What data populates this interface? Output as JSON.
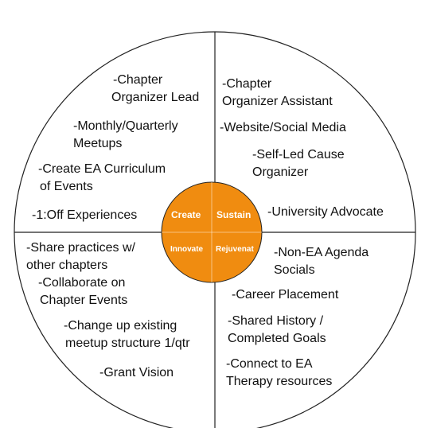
{
  "colors": {
    "center_fill": "#F08C10",
    "line": "#222222",
    "text": "#111111",
    "center_text": "#ffffff"
  },
  "center": {
    "top_left": "Create",
    "top_right": "Sustain",
    "bottom_left": "Innovate",
    "bottom_right": "Rejuvenat"
  },
  "quadrants": {
    "top_left": {
      "items": [
        [
          "-Chapter",
          "Organizer Lead"
        ],
        [
          "-Monthly/Quarterly",
          "Meetups"
        ],
        [
          "-Create EA Curriculum",
          "of Events"
        ],
        [
          "-1:Off Experiences"
        ]
      ]
    },
    "top_right": {
      "items": [
        [
          "-Chapter",
          "Organizer Assistant"
        ],
        [
          "-Website/Social Media"
        ],
        [
          "-Self-Led Cause",
          "Organizer"
        ],
        [
          "-University Advocate"
        ]
      ]
    },
    "bottom_left": {
      "items": [
        [
          "-Share practices w/",
          "other chapters"
        ],
        [
          "-Collaborate on",
          "Chapter Events"
        ],
        [
          "-Change up existing",
          "meetup structure 1/qtr"
        ],
        [
          "-Grant Vision"
        ]
      ]
    },
    "bottom_right": {
      "items": [
        [
          "-Non-EA Agenda",
          "Socials"
        ],
        [
          "-Career Placement"
        ],
        [
          "-Shared History /",
          "Completed Goals"
        ],
        [
          "-Connect to EA",
          "Therapy resources"
        ]
      ]
    }
  }
}
